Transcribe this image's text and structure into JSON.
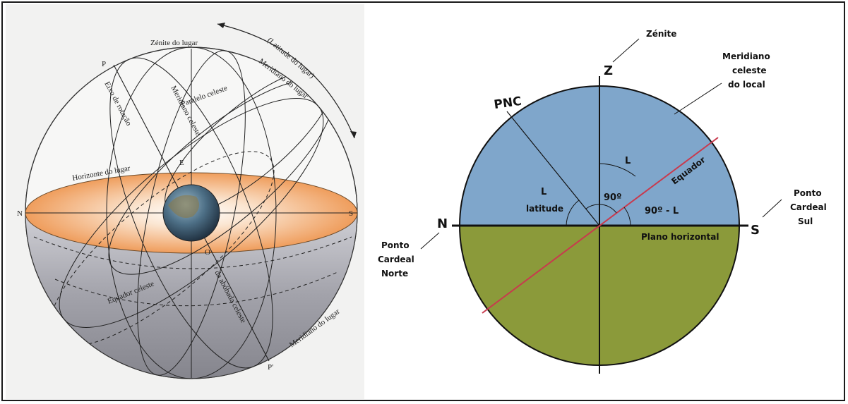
{
  "left_figure": {
    "labels": {
      "zenite": "Zénite do lugar",
      "latitude": "(Latitude do lugar)",
      "meridiano_lugar_top": "Meridiano do lugar",
      "paralelo": "Paralelo celeste",
      "meridiano_celeste": "Meridiano celeste",
      "eixo": "Eixo de rotação",
      "horizonte": "Horizonte do lugar",
      "equador": "Equador celeste",
      "abobada": "da abóbada celeste",
      "meridiano_lugar_bottom": "Meridiano do lugar",
      "p": "P",
      "p_prime": "P'",
      "e": "E",
      "o": "O",
      "n": "N",
      "s": "S"
    },
    "colors": {
      "horizon_plane": "#f0b07a",
      "lower_hemisphere": "#8e8e96",
      "upper_hemisphere": "#f4f4f3",
      "earth": "#4a6680"
    }
  },
  "right_figure": {
    "labels": {
      "zenite": "Zénite",
      "z": "Z",
      "meridiano": [
        "Meridiano",
        "celeste",
        "do local"
      ],
      "pnc": "PNC",
      "l_top": "L",
      "l_left": "L",
      "latitude": "latitude",
      "ninety": "90º",
      "ninety_minus_l": "90º - L",
      "equador": "Equador",
      "plano": "Plano horizontal",
      "n": "N",
      "s": "S",
      "ponto_sul": [
        "Ponto",
        "Cardeal",
        "Sul"
      ],
      "ponto_norte": [
        "Ponto",
        "Cardeal",
        "Norte"
      ]
    },
    "colors": {
      "sky": "#7fa6cb",
      "ground": "#8b9a3a",
      "equator_line": "#c83a4e"
    }
  }
}
